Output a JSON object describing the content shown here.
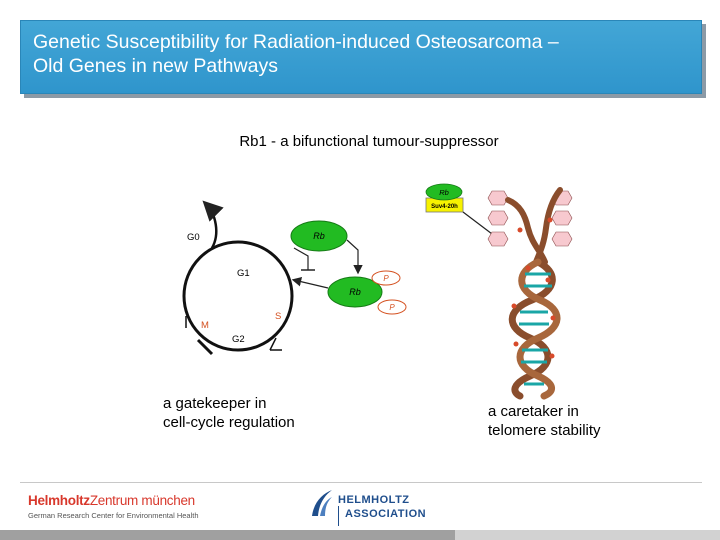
{
  "slide": {
    "title_line1": "Genetic Susceptibility for Radiation-induced Osteosarcoma –",
    "title_line2": "Old Genes in new Pathways",
    "subtitle": "Rb1 - a bifunctional tumour-suppressor"
  },
  "cell_cycle": {
    "phase_g0": "G0",
    "phase_g1": "G1",
    "phase_s": "S",
    "phase_g2": "G2",
    "phase_m": "M",
    "rb_label": "Rb",
    "rb_phos_label": "Rb",
    "phospho_label": "P",
    "caption_line1": "a  gatekeeper in",
    "caption_line2": "cell-cycle regulation"
  },
  "telomere": {
    "rb_label": "Rb",
    "suv_label": "Suv4-20h",
    "caption_line1": "a  caretaker in",
    "caption_line2": "telomere stability"
  },
  "colors": {
    "title_bg": "#369dd0",
    "rb_green": "#22bb22",
    "suv_yellow": "#f7f200",
    "phase_orange": "#d4501f",
    "hz_red": "#d8382c",
    "helmholtz_blue": "#1f4e8c"
  },
  "footer": {
    "hz_name_bold": "Helmholtz",
    "hz_name_rest": "Zentrum münchen",
    "hz_sub": "German Research Center for Environmental Health",
    "ha_line1": "HELMHOLTZ",
    "ha_line2": "ASSOCIATION"
  }
}
